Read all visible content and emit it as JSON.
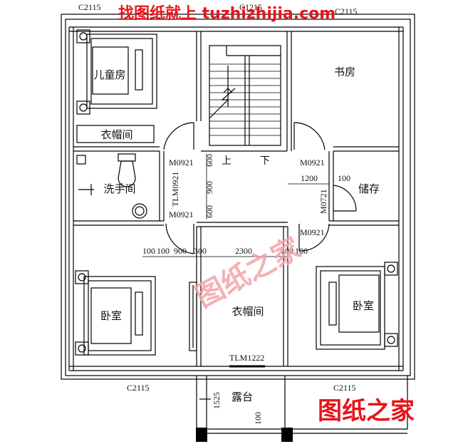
{
  "header": {
    "watermark_text": "找图纸就上 tuzhizhijia.com",
    "top_label": "C1215",
    "top_left_label": "C2115",
    "top_right_label": "C2115"
  },
  "rooms": {
    "childroom": "儿童房",
    "study": "书房",
    "closet_top": "衣帽间",
    "washroom": "洗手间",
    "storage": "储存",
    "bedroom_left": "卧室",
    "bedroom_right": "卧室",
    "closet_center": "衣帽间",
    "terrace": "露台"
  },
  "stairs": {
    "up": "上",
    "down": "下"
  },
  "doors": {
    "m0921_a": "M0921",
    "m0921_b": "M0921",
    "m0921_c": "M0921",
    "m0921_d": "M0921",
    "m0721": "M0721",
    "tlm0921": "TLM0921",
    "tlm1222": "TLM1222"
  },
  "dimensions": {
    "d600": "600",
    "d900": "900",
    "d600b": "600",
    "d1200": "1200",
    "d100": "100",
    "row": [
      "100",
      "100",
      "900",
      "300",
      "2300",
      "100",
      "100"
    ],
    "d1525": "1525",
    "d100b": "100"
  },
  "windows": {
    "bottom_left": "C2115",
    "bottom_right": "C2115"
  },
  "watermark": {
    "center": "图纸之家",
    "corner": "图纸之家"
  },
  "colors": {
    "watermark_red": "#e8141b",
    "watermark_pink": "#f2a3a8",
    "line": "#000000"
  }
}
